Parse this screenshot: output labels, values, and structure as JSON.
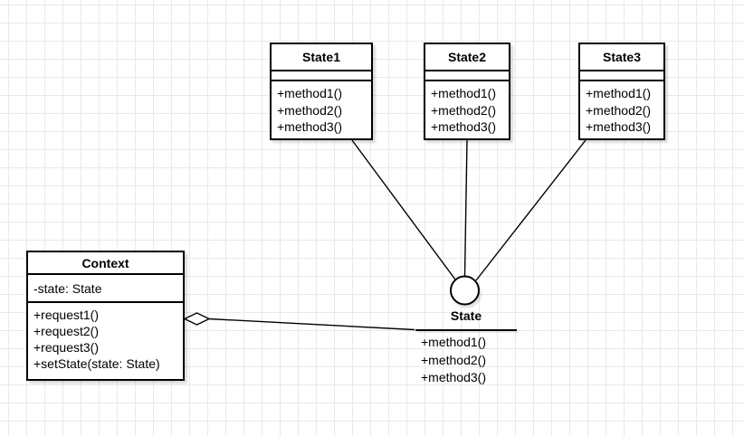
{
  "diagram": {
    "classes": [
      {
        "name": "State1",
        "attributes": [],
        "methods": [
          "+method1()",
          "+method2()",
          "+method3()"
        ]
      },
      {
        "name": "State2",
        "attributes": [],
        "methods": [
          "+method1()",
          "+method2()",
          "+method3()"
        ]
      },
      {
        "name": "State3",
        "attributes": [],
        "methods": [
          "+method1()",
          "+method2()",
          "+method3()"
        ]
      },
      {
        "name": "Context",
        "attributes": [
          "-state: State"
        ],
        "methods": [
          "+request1()",
          "+request2()",
          "+request3()",
          "+setState(state: State)"
        ]
      }
    ],
    "interface": {
      "name": "State",
      "methods": [
        "+method1()",
        "+method2()",
        "+method3()"
      ]
    },
    "relations": [
      {
        "type": "lollipop-realization",
        "from": "State1",
        "to": "State"
      },
      {
        "type": "lollipop-realization",
        "from": "State2",
        "to": "State"
      },
      {
        "type": "lollipop-realization",
        "from": "State3",
        "to": "State"
      },
      {
        "type": "aggregation",
        "from": "Context",
        "to": "State"
      }
    ],
    "colors": {
      "stroke": "#000000",
      "shape_fill": "#ffffff",
      "text": "#000000",
      "grid_line": "#e9e9e9",
      "background": "#ffffff"
    }
  }
}
